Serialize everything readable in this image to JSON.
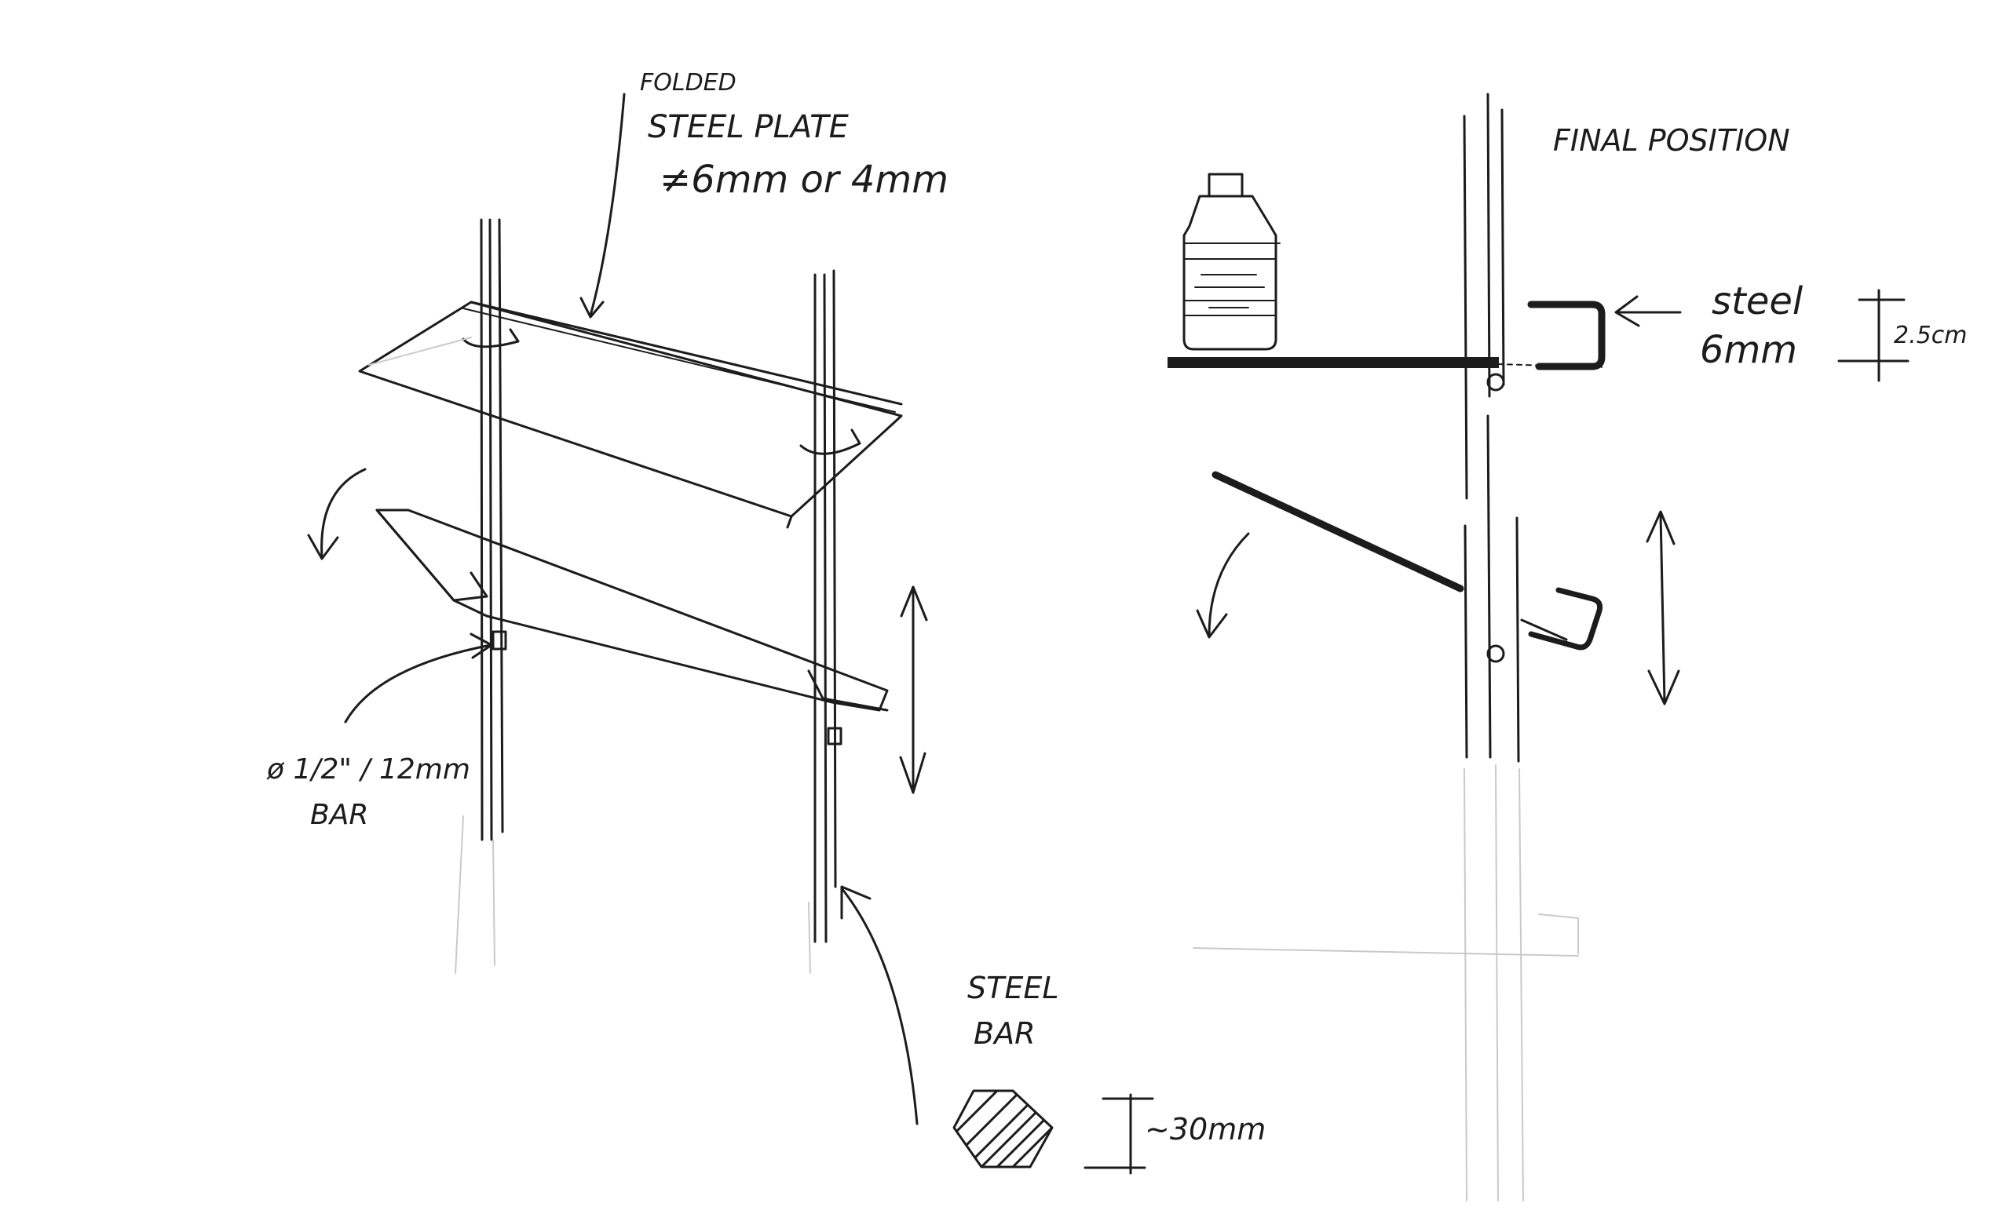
{
  "left_view": {
    "plate_note_line1": "FOLDED",
    "plate_note_line2": "STEEL PLATE",
    "plate_note_line3": "≠6mm or 4mm",
    "bar_note_line1": "ø 1/2\" / 12mm",
    "bar_note_line2": "BAR",
    "steel_bar_line1": "STEEL",
    "steel_bar_line2": "BAR",
    "hex_dimension": "~30mm"
  },
  "right_view": {
    "title": "FINAL POSITION",
    "bracket_line1": "steel",
    "bracket_line2": "6mm",
    "bracket_dimension": "2.5cm"
  },
  "icons": {
    "bottle": "bottle-icon",
    "hex_section": "hexagon-section-icon"
  }
}
